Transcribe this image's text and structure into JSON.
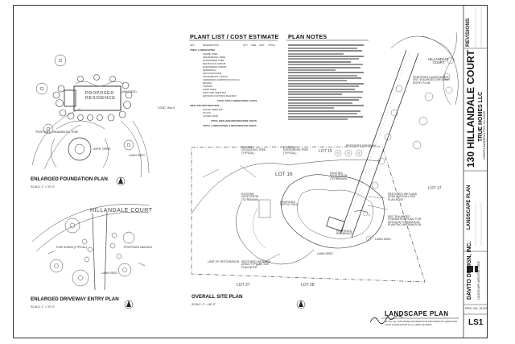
{
  "plans": {
    "foundation": {
      "title": "ENLARGED FOUNDATION PLAN",
      "scale": "SCALE: 1\" = 20'-0\""
    },
    "driveway": {
      "title": "ENLARGED DRIVEWAY ENTRY PLAN",
      "scale": "SCALE: 1\" = 20'-0\""
    },
    "site": {
      "title": "OVERALL SITE PLAN",
      "scale": "SCALE: 1\" = 60'-0\""
    }
  },
  "labels": {
    "proposed_residence": "PROPOSED RESIDENCE",
    "hillandale_court": "HILLANDALE COURT",
    "hillandale_court_small": "HILLANDALE COURT",
    "lot_16": "LOT 16",
    "lot_15": "LOT 15",
    "lot_17": "LOT 17",
    "lot_27": "LOT 27",
    "lot_28": "LOT 28",
    "proposed_driveway": "PROPOSED DRIVEWAY",
    "proposed_landscaping": "PROPOSED LANDSCAPING SEE \"ENLARGED DRIVEWAY ENTRY PLAN\"",
    "existing_deciduous": "EXISTING DECIDUOUS TREE (TYPICAL)",
    "existing_evergreen": "EXISTING EVERGREEN TREE (TYPICAL)",
    "restored_wetland": "RESTORED WETLAND AREA (TYPICAL) SEE PLAN NOTE",
    "lawn_seed": "LAWN SEED",
    "limit_of_restoration": "LIMIT OF RESTORATION",
    "proposed_septic": "PROPOSED SEPTIC FIELD",
    "existing_vegetation": "EXISTING VEGETATION (TO REMAIN)",
    "proposed_residence_site": "PROPOSED RESIDENCE",
    "see_tailwood": "SEE \"ENLARGED FOUNDATION PLAN\" FOR DETAILED FOUNDATION PLANTING INFORMATION",
    "conc_walk": "CONC. WALK",
    "asph_drive": "ASPH. DRIVE",
    "proposed_ornamental": "PROPOSED ORNAMENTAL TREE",
    "mailbox": "PROPOSED MAILBOX",
    "pine_shrub": "PINE SHRUB (TYPICAL)"
  },
  "estimate": {
    "title": "PLANT LIST / COST ESTIMATE",
    "columns": [
      "KEY",
      "DESCRIPTION",
      "QTY",
      "SIZE",
      "UNIT",
      "TOTAL"
    ],
    "sections": [
      {
        "heading": "TREE / LANDSCAPING",
        "rows": [
          "SHADE TREE",
          "ORNAMENTAL TREE",
          "EVERGREEN TREE",
          "DECIDUOUS SHRUB",
          "EVERGREEN SHRUB",
          "PERENNIAL",
          "GROUNDCOVER",
          "ORNAMENTAL GRASS",
          "SHREDDED HARDWOOD MULCH",
          "EDGING",
          "TOPSOIL",
          "LAWN SEED",
          "WETLAND SEED MIX",
          "EROSION CONTROL BLANKET"
        ]
      },
      {
        "heading": "WETLAND RESTORATION",
        "rows": [
          "NATIVE SEED MIX",
          "PLUGS",
          "COVER CROP"
        ]
      }
    ],
    "total_landscaping": "TOTAL SITE LANDSCAPING COSTS",
    "total_restoration": "TOTAL WETLAND RESTORATION COSTS",
    "grand_total": "TOTAL LANDSCAPING & RESTORATION COSTS"
  },
  "notes": {
    "title": "PLAN NOTES",
    "count": 14
  },
  "title_block": {
    "project": "130 HILLANDALE COURT",
    "client": "TRUE HOMES LLC",
    "location": "NORTH BARRINGTON, ILLINOIS",
    "revisions": "REVISIONS",
    "sheet_title": "LANDSCAPE PLAN",
    "firm": "DAVITO DESIGN, INC.",
    "firm_sub": "LANDSCAPE ARCHITECTURE",
    "proj_no": "PROJ. NO.: 15-203",
    "sheet": "LS1",
    "plan_title": "LANDSCAPE PLAN",
    "plan_note": "NOTE: ALL SITE BASE INFORMATION PROVIDED BY HERITAGE LAND CONSULTANTS LLC (815) 344-5059"
  }
}
